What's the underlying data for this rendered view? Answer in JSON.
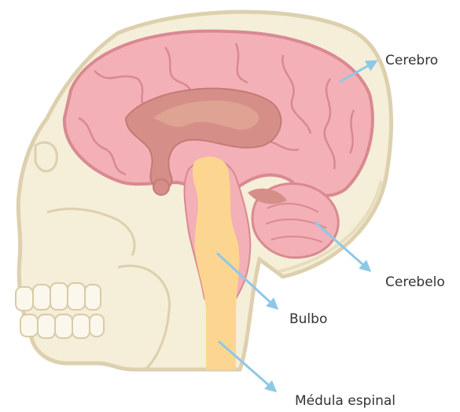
{
  "labels": {
    "cerebro": "Cerebro",
    "cerebelo": "Cerebelo",
    "bulbo": "Bulbo",
    "medula": "Médula espinal"
  },
  "colors": {
    "skull_fill": "#f5eed8",
    "skull_stroke": "#ddd0ae",
    "brain_fill": "#f3b0b6",
    "brain_stroke": "#d98991",
    "brain_inner": "#d58f88",
    "brain_inner_light": "#dfa393",
    "spinal_cord": "#fcd690",
    "arrow": "#8ec8e8",
    "text": "#333333"
  },
  "icons": [
    "skull-illustration",
    "brain-illustration"
  ]
}
